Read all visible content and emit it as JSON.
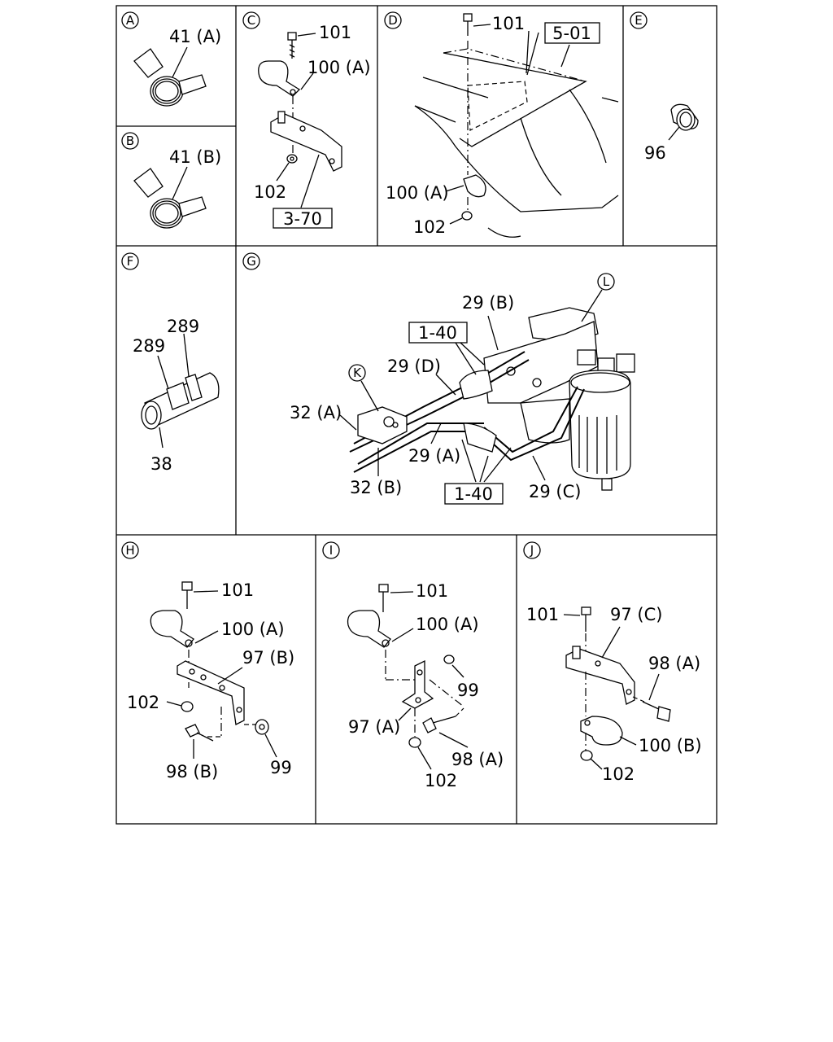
{
  "panels": {
    "A": {
      "letter": "A",
      "labels": [
        "41 (A)"
      ]
    },
    "B": {
      "letter": "B",
      "labels": [
        "41 (B)"
      ]
    },
    "C": {
      "letter": "C",
      "labels": [
        "101",
        "100 (A)",
        "102"
      ],
      "ref": "3-70"
    },
    "D": {
      "letter": "D",
      "labels": [
        "101",
        "100 (A)",
        "102"
      ],
      "ref": "5-01"
    },
    "E": {
      "letter": "E",
      "labels": [
        "96"
      ]
    },
    "F": {
      "letter": "F",
      "labels": [
        "289",
        "289",
        "38"
      ]
    },
    "G": {
      "letter": "G",
      "labels": [
        "29 (B)",
        "29 (D)",
        "32 (A)",
        "29 (A)",
        "32 (B)",
        "29 (C)"
      ],
      "refs": [
        "1-40",
        "1-40"
      ],
      "callouts": [
        "K",
        "L"
      ]
    },
    "H": {
      "letter": "H",
      "labels": [
        "101",
        "100 (A)",
        "97 (B)",
        "102",
        "98 (B)",
        "99"
      ]
    },
    "I": {
      "letter": "I",
      "labels": [
        "101",
        "100 (A)",
        "99",
        "97 (A)",
        "98 (A)",
        "102"
      ]
    },
    "J": {
      "letter": "J",
      "labels": [
        "101",
        "97 (C)",
        "98 (A)",
        "100 (B)",
        "102"
      ]
    }
  }
}
